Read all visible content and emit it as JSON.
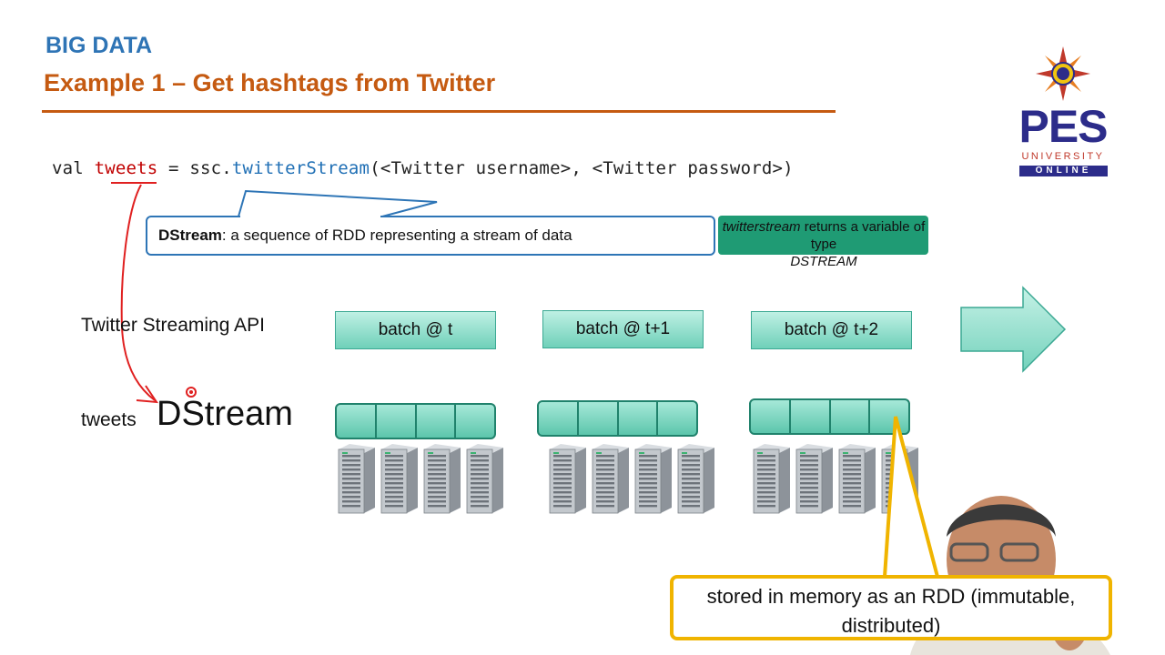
{
  "header": {
    "course": "BIG DATA",
    "title": "Example 1 – Get hashtags from Twitter"
  },
  "logo": {
    "name": "PES",
    "line1": "UNIVERSITY",
    "line2": "ONLINE"
  },
  "code": {
    "prefix": "val ",
    "var": "tweets",
    "mid": " = ssc.",
    "method": "twitterStream",
    "args": "(<Twitter username>, <Twitter password>)"
  },
  "callout": {
    "term": "DStream",
    "definition": ": a sequence of RDD representing a stream of data"
  },
  "note": {
    "italic": "twitterstream",
    "text": " returns a variable of type ",
    "type": "DSTREAM"
  },
  "source_label": "Twitter Streaming API",
  "batches": [
    "batch @ t",
    "batch @ t+1",
    "batch @ t+2"
  ],
  "dstream": {
    "small": "tweets",
    "big": "DStream"
  },
  "stored_note": "stored in memory as an RDD (immutable, distributed)",
  "colors": {
    "course": "#2e74b5",
    "title": "#c55a11",
    "teal": "#1f9b74",
    "callout_border": "#2e75b6",
    "highlight": "#f0b400",
    "annotation_red": "#e02020"
  }
}
